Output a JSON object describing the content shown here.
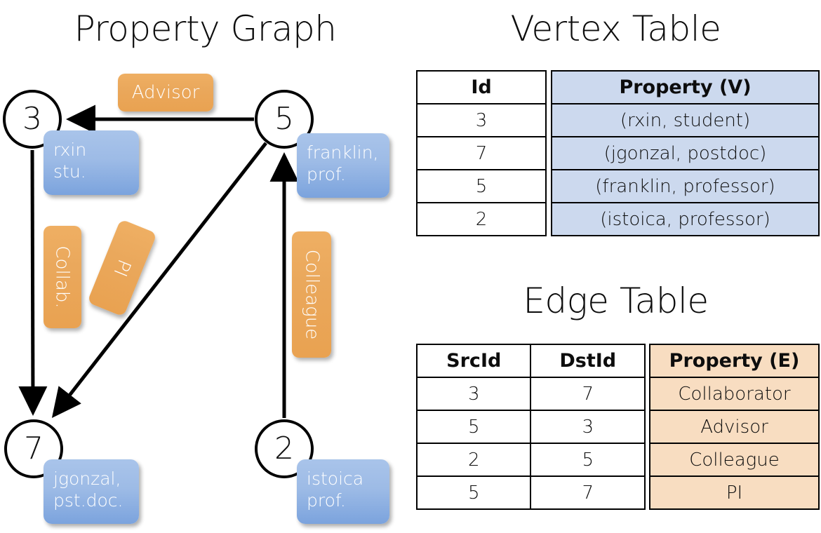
{
  "titles": {
    "graph": "Property Graph",
    "vertex_table": "Vertex Table",
    "edge_table": "Edge Table"
  },
  "graph": {
    "vertices": [
      {
        "id": "3",
        "property": "rxin\nstu."
      },
      {
        "id": "5",
        "property": "franklin,\nprof."
      },
      {
        "id": "7",
        "property": "jgonzal,\npst.doc."
      },
      {
        "id": "2",
        "property": "istoica\nprof."
      }
    ],
    "edge_labels": [
      {
        "name": "advisor",
        "text": "Advisor"
      },
      {
        "name": "collab",
        "text": "Collab."
      },
      {
        "name": "pi",
        "text": "PI"
      },
      {
        "name": "colleague",
        "text": "Colleague"
      }
    ],
    "edges": [
      {
        "from": "5",
        "to": "3",
        "label": "Advisor"
      },
      {
        "from": "3",
        "to": "7",
        "label": "Collab."
      },
      {
        "from": "5",
        "to": "7",
        "label": "PI"
      },
      {
        "from": "2",
        "to": "5",
        "label": "Colleague"
      }
    ]
  },
  "vertex_table": {
    "headers": [
      "Id",
      "Property (V)"
    ],
    "rows": [
      {
        "id": "3",
        "property": "(rxin, student)"
      },
      {
        "id": "7",
        "property": "(jgonzal, postdoc)"
      },
      {
        "id": "5",
        "property": "(franklin, professor)"
      },
      {
        "id": "2",
        "property": "(istoica, professor)"
      }
    ]
  },
  "edge_table": {
    "headers": [
      "SrcId",
      "DstId",
      "Property (E)"
    ],
    "rows": [
      {
        "src": "3",
        "dst": "7",
        "property": "Collaborator"
      },
      {
        "src": "5",
        "dst": "3",
        "property": "Advisor"
      },
      {
        "src": "2",
        "dst": "5",
        "property": "Colleague"
      },
      {
        "src": "5",
        "dst": "7",
        "property": "PI"
      }
    ]
  },
  "colors": {
    "vertex_property_box": "#9dbbe6",
    "edge_label_box": "#eaa85c",
    "vertex_table_highlight": "#ccd9ee",
    "edge_table_highlight": "#f8ddc1",
    "stroke": "#000000"
  }
}
